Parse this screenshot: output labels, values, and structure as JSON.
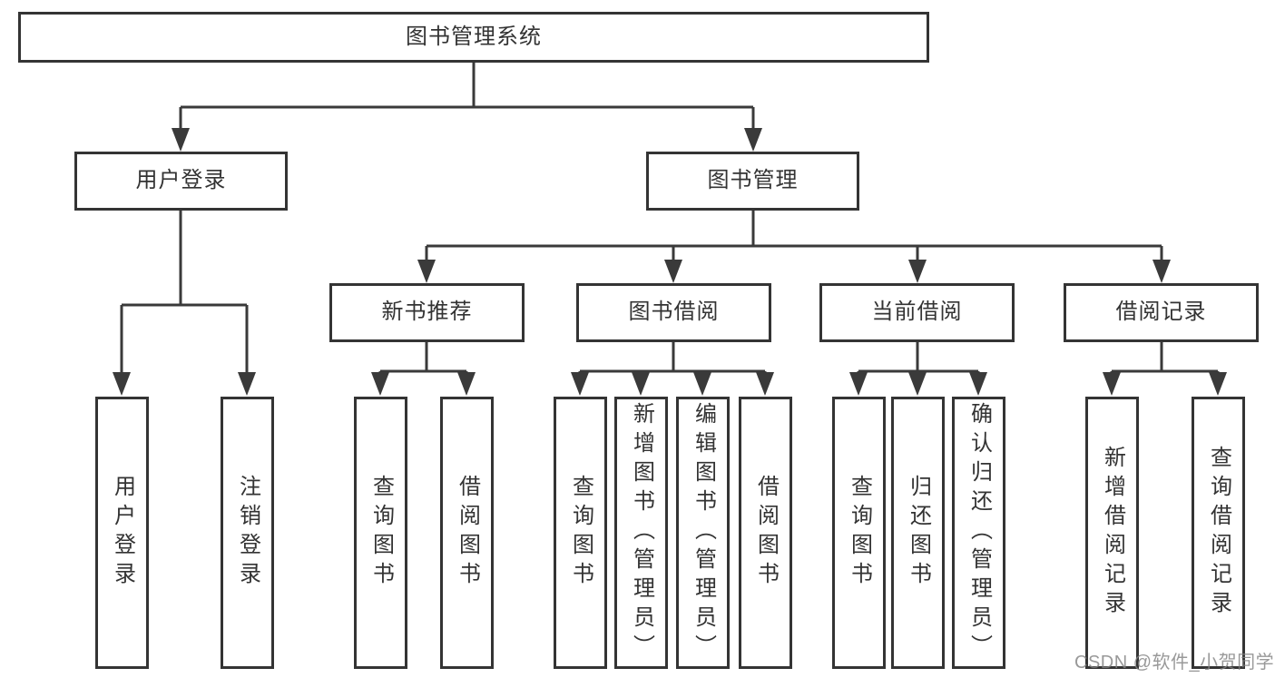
{
  "diagram": {
    "type": "functional-structure-tree",
    "tree": {
      "root": {
        "label": "图书管理系统",
        "children": [
          {
            "label": "用户登录",
            "children": [
              {
                "label": "用户登录"
              },
              {
                "label": "注销登录"
              }
            ]
          },
          {
            "label": "图书管理",
            "children": [
              {
                "label": "新书推荐",
                "children": [
                  {
                    "label": "查询图书"
                  },
                  {
                    "label": "借阅图书"
                  }
                ]
              },
              {
                "label": "图书借阅",
                "children": [
                  {
                    "label": "查询图书"
                  },
                  {
                    "label": "新增图书（管理员）"
                  },
                  {
                    "label": "编辑图书（管理员）"
                  },
                  {
                    "label": "借阅图书"
                  }
                ]
              },
              {
                "label": "当前借阅",
                "children": [
                  {
                    "label": "查询图书"
                  },
                  {
                    "label": "归还图书"
                  },
                  {
                    "label": "确认归还（管理员）"
                  }
                ]
              },
              {
                "label": "借阅记录",
                "children": [
                  {
                    "label": "新增借阅记录"
                  },
                  {
                    "label": "查询借阅记录"
                  }
                ]
              }
            ]
          }
        ]
      }
    },
    "colors": {
      "line": "#3a3a3a",
      "box_border": "#343434",
      "text": "#333333",
      "background": "#ffffff",
      "watermark": "#828282"
    }
  },
  "watermark": {
    "text": "CSDN @软件_小贺同学"
  }
}
